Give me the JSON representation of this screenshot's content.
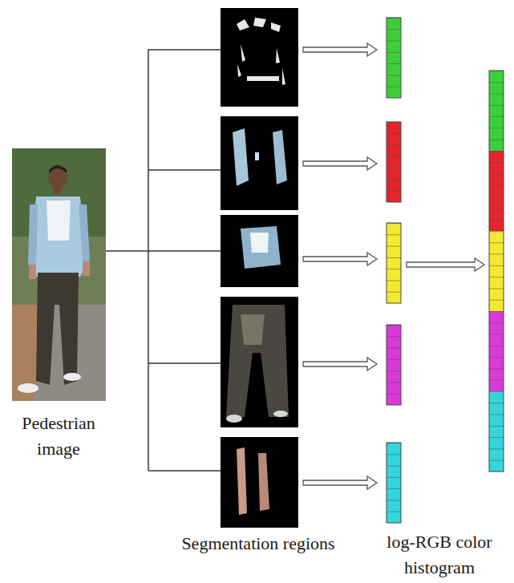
{
  "diagram": {
    "labels": [
      "Pedestrian image",
      "Segmentation regions",
      "log-RGB color histogram"
    ]
  }
}
